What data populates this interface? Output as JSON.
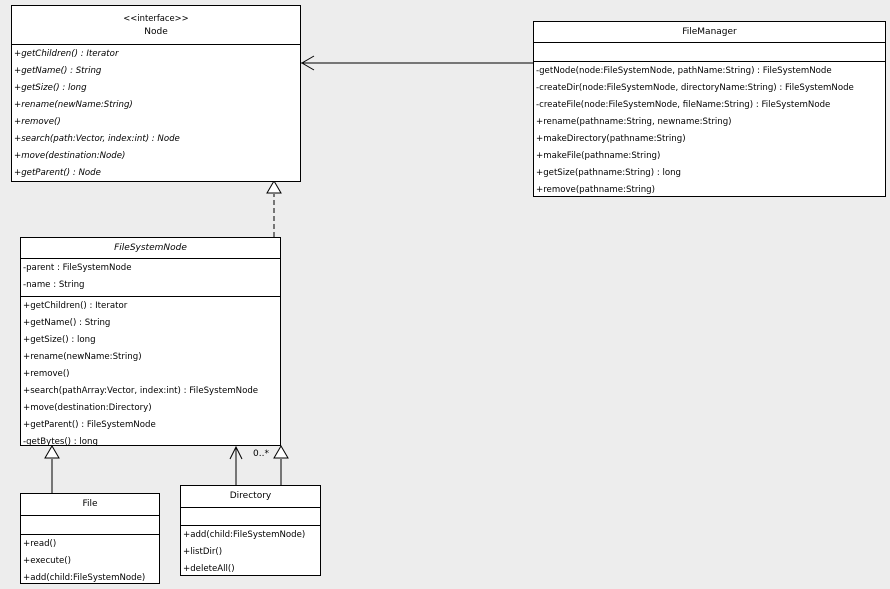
{
  "node": {
    "stereotype": "<<interface>>",
    "name": "Node",
    "operations": [
      "+getChildren() : Iterator",
      "+getName() : String",
      "+getSize() : long",
      "+rename(newName:String)",
      "+remove()",
      "+search(path:Vector, index:int) : Node",
      "+move(destination:Node)",
      "+getParent() : Node"
    ]
  },
  "file_manager": {
    "name": "FileManager",
    "attributes": [],
    "operations": [
      "-getNode(node:FileSystemNode, pathName:String) : FileSystemNode",
      "-createDir(node:FileSystemNode, directoryName:String) : FileSystemNode",
      "-createFile(node:FileSystemNode, fileName:String) : FileSystemNode",
      "+rename(pathname:String, newname:String)",
      "+makeDirectory(pathname:String)",
      "+makeFile(pathname:String)",
      "+getSize(pathname:String) : long",
      "+remove(pathname:String)"
    ]
  },
  "file_system_node": {
    "name": "FileSystemNode",
    "attributes": [
      "-parent : FileSystemNode",
      "-name : String"
    ],
    "operations": [
      "+getChildren() : Iterator",
      "+getName() : String",
      "+getSize() : long",
      "+rename(newName:String)",
      "+remove()",
      "+search(pathArray:Vector, index:int) : FileSystemNode",
      "+move(destination:Directory)",
      "+getParent() : FileSystemNode",
      "-getBytes() : long"
    ]
  },
  "file": {
    "name": "File",
    "attributes": [],
    "operations": [
      "+read()",
      "+execute()",
      "+add(child:FileSystemNode)"
    ]
  },
  "directory": {
    "name": "Directory",
    "attributes": [],
    "operations": [
      "+add(child:FileSystemNode)",
      "+listDir()",
      "+deleteAll()"
    ]
  },
  "multiplicity": "0..*",
  "colors": {
    "background": "#ededed",
    "box_fill": "#ffffff",
    "line": "#000000"
  }
}
